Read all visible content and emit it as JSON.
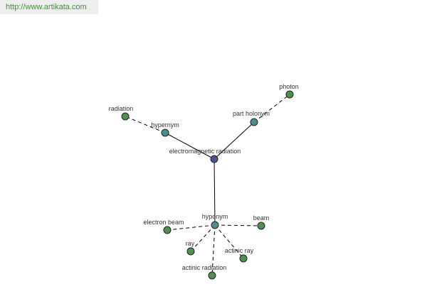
{
  "header": {
    "url": "http://www.artikata.com"
  },
  "colors": {
    "root_node": "#4b5393",
    "relation_node": "#4e8e8e",
    "term_node": "#4f8f4f",
    "url_text": "#4a8a3a"
  },
  "diagram": {
    "root": {
      "id": "root",
      "label": "electromagnetic radiation",
      "kind": "root"
    },
    "relations": [
      {
        "id": "hypernym",
        "label": "hypernym",
        "kind": "relation",
        "terms": [
          {
            "id": "radiation",
            "label": "radiation"
          }
        ]
      },
      {
        "id": "part-holonym",
        "label": "part holonym",
        "kind": "relation",
        "terms": [
          {
            "id": "photon",
            "label": "photon"
          }
        ]
      },
      {
        "id": "hyponym",
        "label": "hyponym",
        "kind": "relation",
        "terms": [
          {
            "id": "electron-beam",
            "label": "electron beam"
          },
          {
            "id": "beam",
            "label": "beam"
          },
          {
            "id": "ray",
            "label": "ray"
          },
          {
            "id": "actinic-ray",
            "label": "actinic ray"
          },
          {
            "id": "actinic-radiation",
            "label": "actinic radiation"
          }
        ]
      }
    ]
  }
}
